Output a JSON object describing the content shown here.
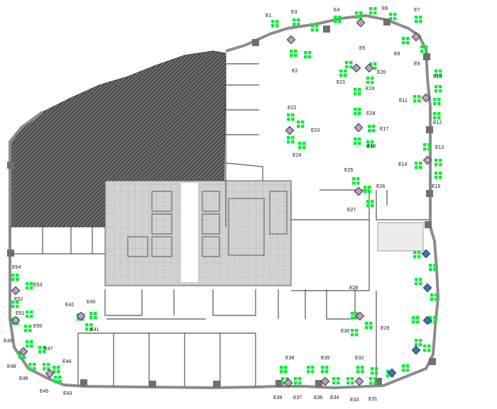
{
  "floorplan": {
    "background": "#ffffff",
    "colors": {
      "seat": "#00ee33",
      "hub_fill": "#b7a0c8",
      "hub_fill_blue": "#2f79c8",
      "hub_outline": "#333333",
      "wall": "#8c8c8c",
      "hatch": "#2a2a2a",
      "core": "#c8c8c8"
    },
    "labels": {
      "E1": "E1",
      "E2": "E2",
      "E3": "E3",
      "E4": "E4",
      "E5": "E5",
      "E6": "E6",
      "E7": "E7",
      "E8": "E8",
      "E9": "E9",
      "E10": "E10",
      "E11": "E11",
      "E12": "E12",
      "E13": "E13",
      "E14": "E14",
      "E15": "E15",
      "E16": "E16",
      "E17": "E17",
      "E18": "E18",
      "E19": "E19",
      "E20": "E20",
      "E21": "E21",
      "E22": "E22",
      "E23": "E23",
      "E24": "E24",
      "E25": "E25",
      "E26": "E26",
      "E27": "E27",
      "E28": "E28",
      "E29": "E29",
      "E30": "E30",
      "E31": "E31",
      "E32": "E32",
      "E33": "E33",
      "E34": "E34",
      "E35": "E35",
      "E36": "E36",
      "E37": "E37",
      "E38": "E38",
      "E39": "E39",
      "E40": "E40",
      "E41": "E41",
      "E42": "E42",
      "E43": "E43",
      "E44": "E44",
      "E45": "E45",
      "E46": "E46",
      "E47": "E47",
      "E48": "E48",
      "E49": "E49",
      "E50": "E50",
      "E51": "E51",
      "E52": "E52",
      "E53": "E53",
      "E54": "E54"
    }
  }
}
